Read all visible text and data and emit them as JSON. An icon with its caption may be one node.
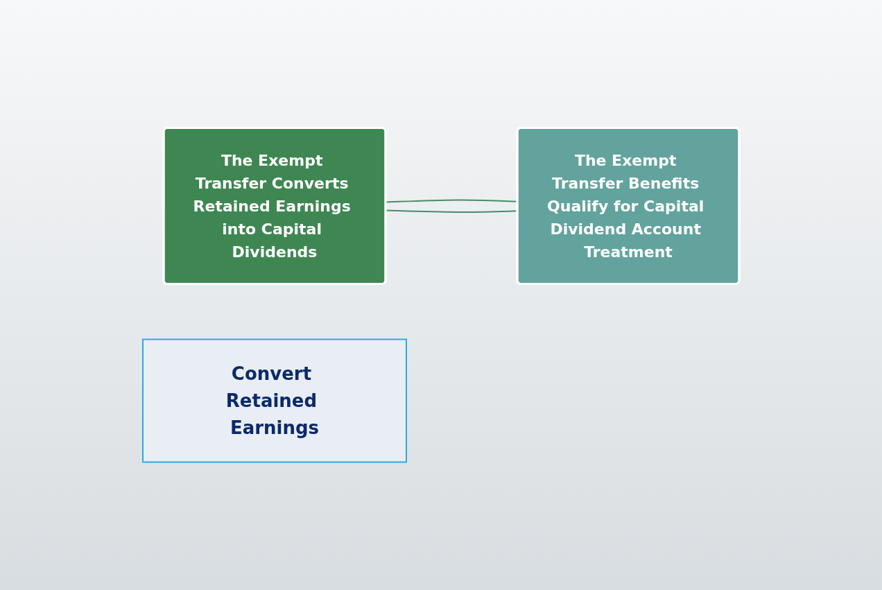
{
  "diagram": {
    "nodes": [
      {
        "text": [
          "The Exempt Transfer Converts Retained Earnings into Capital Dividends"
        ]
      },
      {
        "text": [
          "Convert Retained Earnings"
        ]
      },
      {
        "text": [
          "The Exempt Transfer Benefits Qualify for Capital Dividend Account Treatment"
        ]
      }
    ],
    "edges": [
      {
        "from": 0,
        "to": 2,
        "arrow": "none"
      },
      {
        "from": 0,
        "to": 2,
        "arrow": "none"
      }
    ]
  }
}
